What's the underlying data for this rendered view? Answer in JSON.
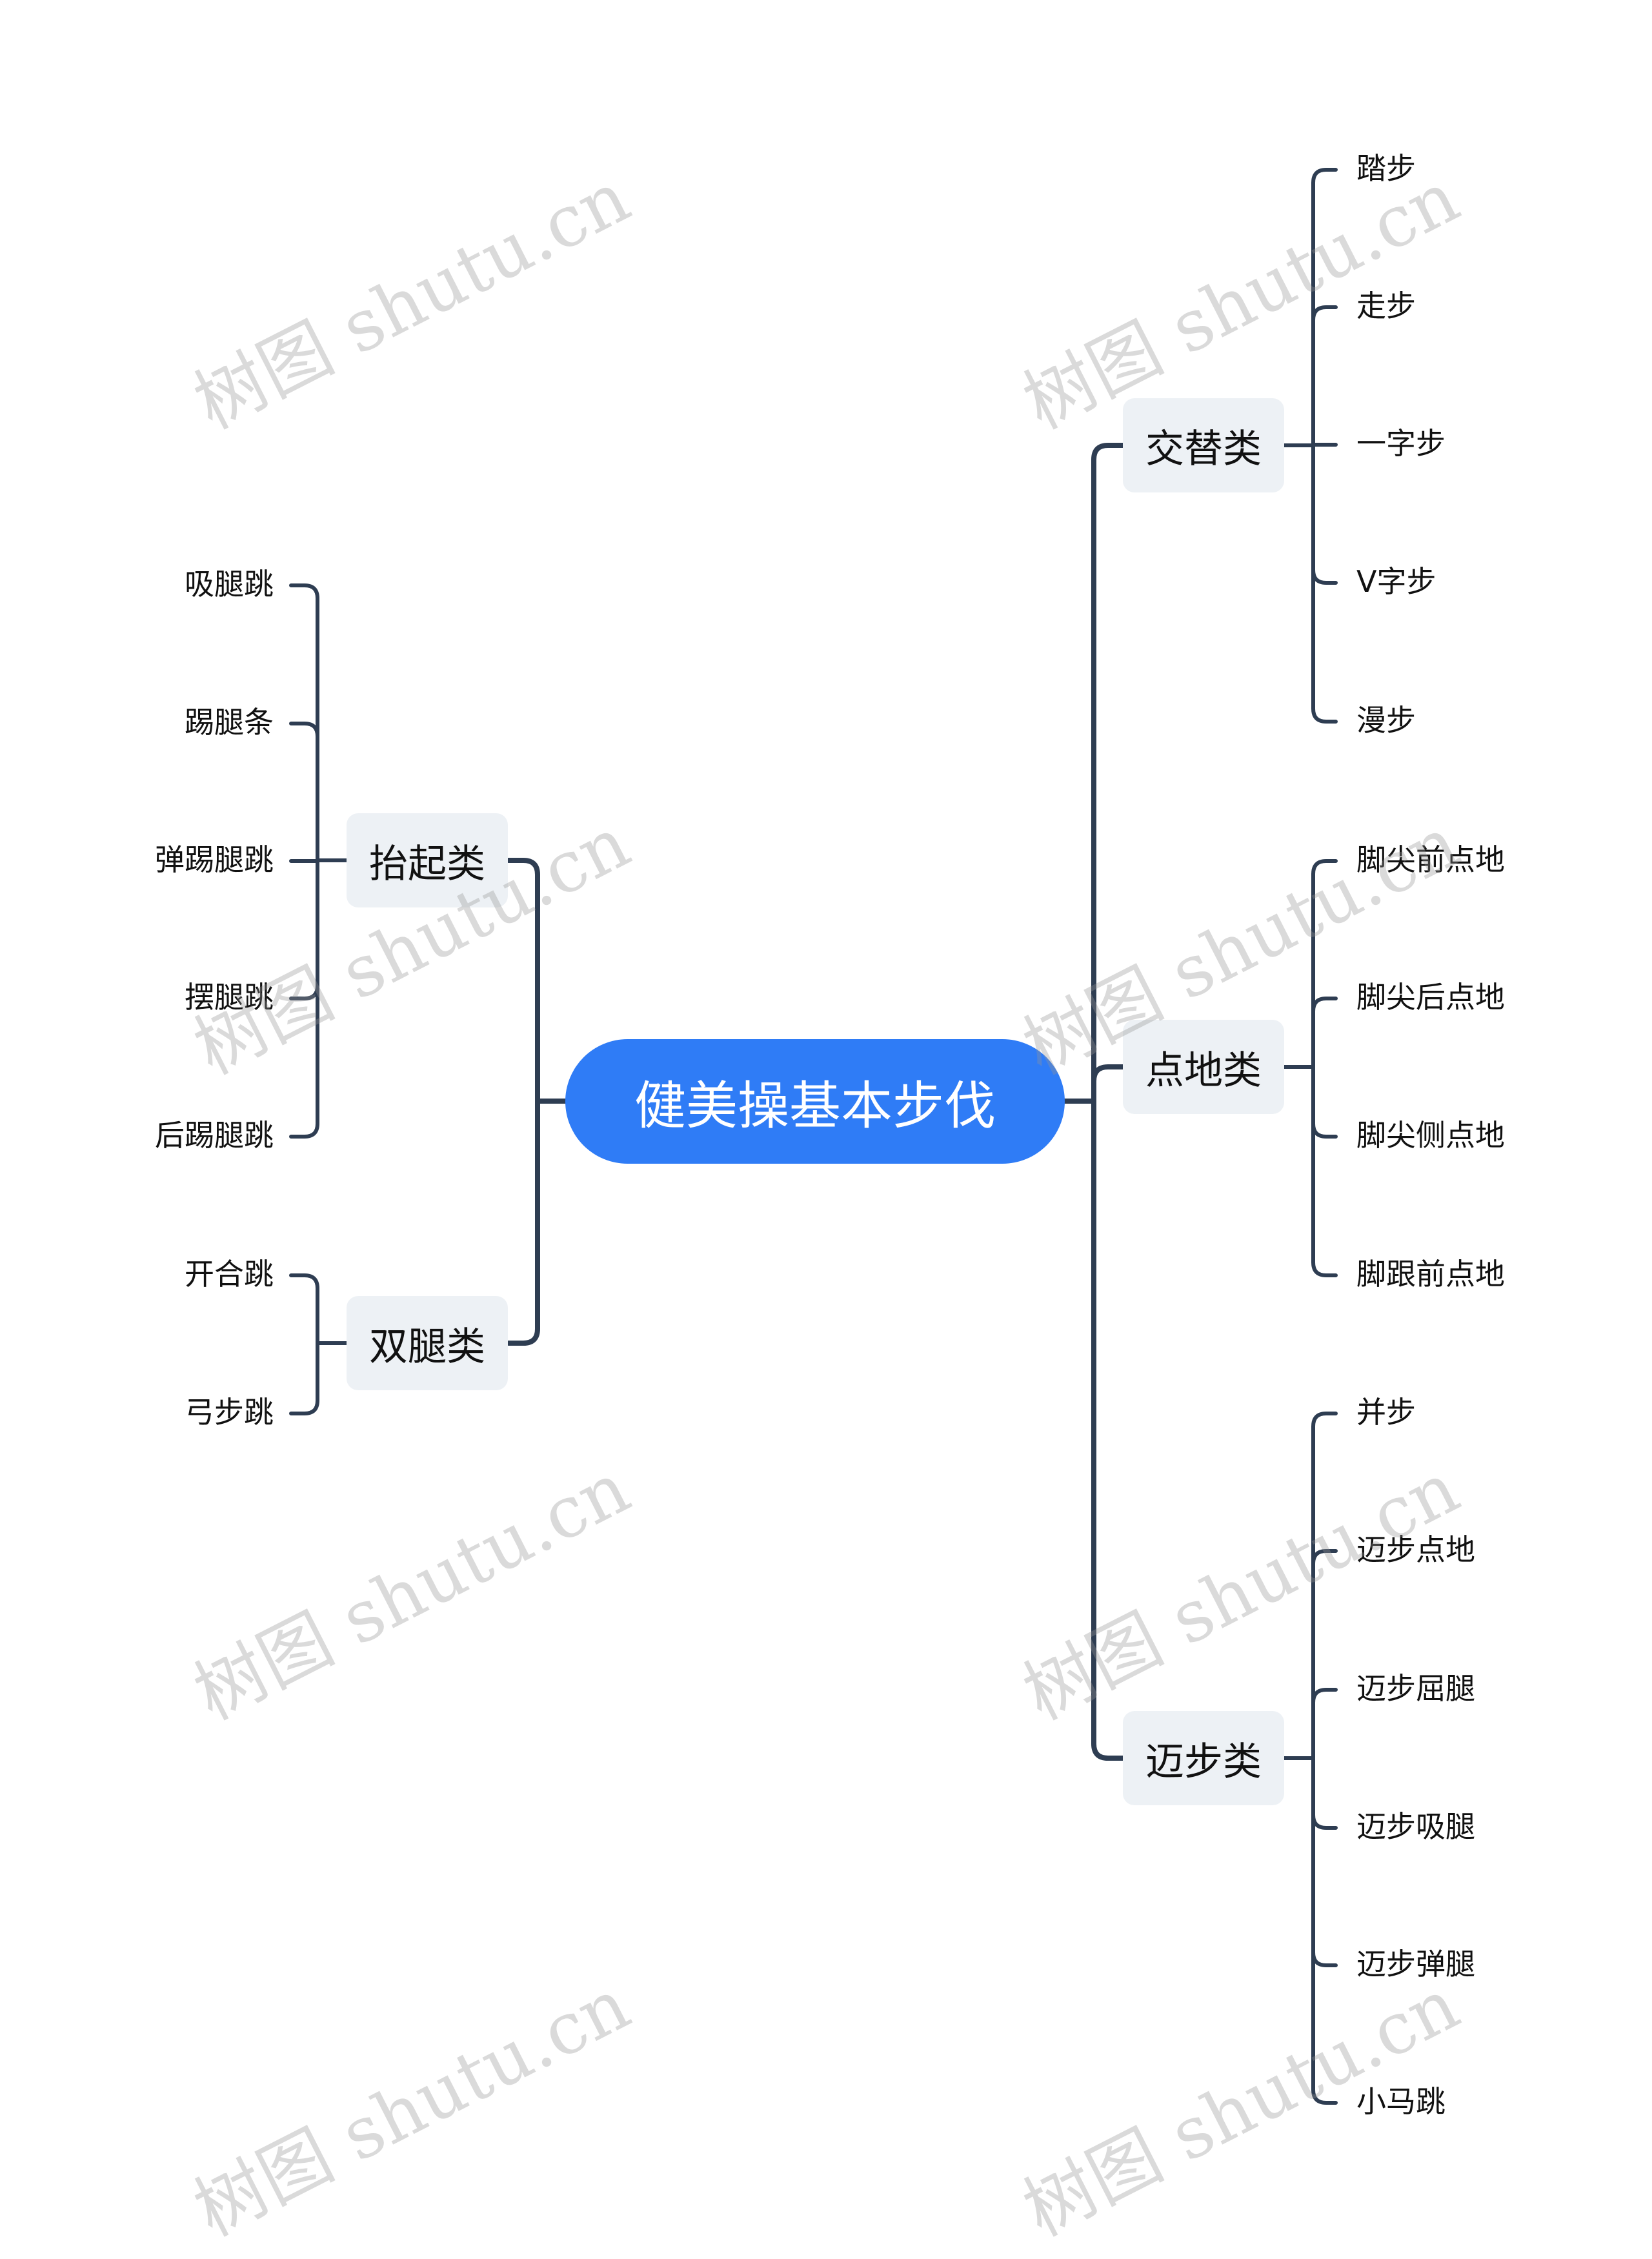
{
  "root": {
    "label": "健美操基本步伐"
  },
  "left": [
    {
      "label": "抬起类",
      "children": [
        "吸腿跳",
        "踢腿条",
        "弹踢腿跳",
        "摆腿跳",
        "后踢腿跳"
      ]
    },
    {
      "label": "双腿类",
      "children": [
        "开合跳",
        "弓步跳"
      ]
    }
  ],
  "right": [
    {
      "label": "交替类",
      "children": [
        "踏步",
        "走步",
        "一字步",
        "V字步",
        "漫步"
      ]
    },
    {
      "label": "点地类",
      "children": [
        "脚尖前点地",
        "脚尖后点地",
        "脚尖侧点地",
        "脚跟前点地"
      ]
    },
    {
      "label": "迈步类",
      "children": [
        "并步",
        "迈步点地",
        "迈步屈腿",
        "迈步吸腿",
        "迈步弹腿",
        "小马跳"
      ]
    }
  ],
  "watermark": "树图 shutu.cn",
  "colors": {
    "root": "#2f7cf6",
    "line": "#2e3d52",
    "node_bg": "#edf1f5"
  }
}
